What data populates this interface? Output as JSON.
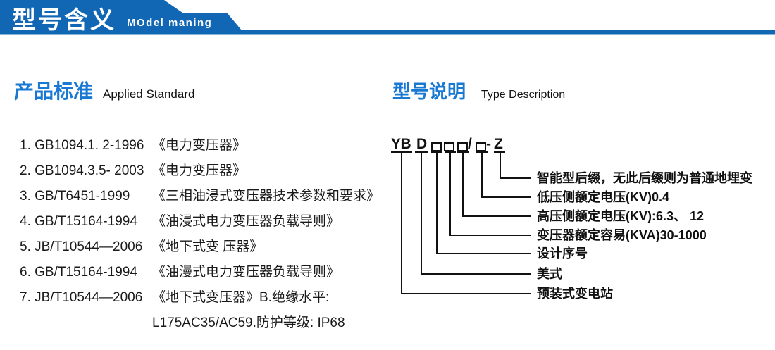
{
  "header": {
    "title": "型号含义",
    "subtitle": "MOdel maning",
    "banner_color": "#1167b4"
  },
  "colors": {
    "heading_blue": "#1878d2",
    "text_black": "#1a1a1a",
    "line_black": "#111111"
  },
  "sections": {
    "standards": {
      "title_cn": "产品标准",
      "title_en": "Applied Standard",
      "items": [
        {
          "code": "1. GB1094.1. 2-1996",
          "title": "《电力变压器》"
        },
        {
          "code": "2. GB1094.3.5- 2003",
          "title": "《电力变压器》"
        },
        {
          "code": "3. GB/T6451-1999",
          "title": "《三相油浸式变压器技术参数和要求》"
        },
        {
          "code": "4. GB/T15164-1994",
          "title": "《油浸式电力变压器负载导则》"
        },
        {
          "code": "5. JB/T10544—2006",
          "title": "《地下式变 压器》"
        },
        {
          "code": "6. GB/T15164-1994",
          "title": "《油漫式电力变压器负载导则》"
        },
        {
          "code": "7. JB/T10544—2006",
          "title": "《地下式变压器》B.绝缘水平:"
        },
        {
          "code": "",
          "title": "L175AC35/AC59.防护等级: IP68"
        }
      ]
    },
    "type_desc": {
      "title_cn": "型号说明",
      "title_en": "Type Description",
      "model_code": {
        "yb": "YB",
        "d": "D",
        "slash": "/",
        "dash": "-",
        "z": "Z"
      },
      "labels": [
        "智能型后缀，无此后缀则为普通地埋变",
        "低压侧额定电压(KV)0.4",
        "高压侧额定电压(KV):6.3、 12",
        "变压器额定容易(KVA)30-1000",
        "设计序号",
        "美式",
        "预装式变电站"
      ]
    }
  }
}
